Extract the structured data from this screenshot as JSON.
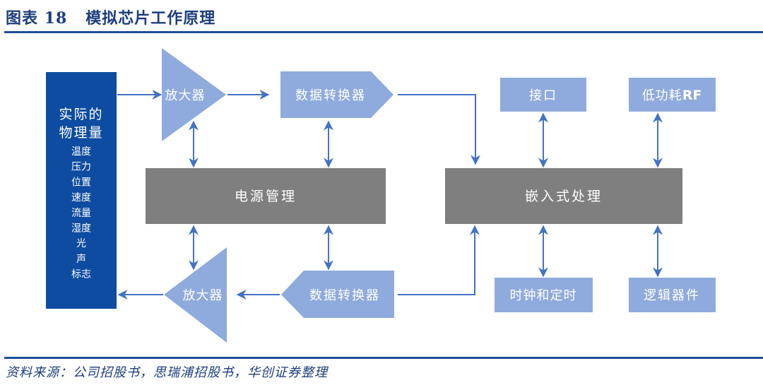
{
  "header": {
    "title": "图表 18   模拟芯片工作原理"
  },
  "footer": {
    "source": "资料来源：公司招股书，思瑞浦招股书，华创证券整理"
  },
  "colors": {
    "title": "#1d3e7c",
    "rule": "#1f4e96",
    "physical_box": "#0d4ca0",
    "light_block": "#8faadc",
    "gray_block": "#7f7f7f",
    "arrow": "#4472c4"
  },
  "diagram": {
    "physical_quantities": {
      "heading_line1": "实际的",
      "heading_line2": "物理量",
      "items": [
        "温度",
        "压力",
        "位置",
        "速度",
        "流量",
        "湿度",
        "光",
        "声",
        "标志"
      ]
    },
    "amplifier_in": {
      "label": "放大器"
    },
    "converter_in": {
      "label": "数据转换器"
    },
    "power_management": {
      "label": "电源管理"
    },
    "amplifier_out": {
      "label": "放大器"
    },
    "converter_out": {
      "label": "数据转换器"
    },
    "embedded_processing": {
      "label": "嵌入式处理"
    },
    "interface": {
      "label": "接口"
    },
    "low_power_rf": {
      "label_cn": "低功耗",
      "label_en": "RF"
    },
    "clock_timing": {
      "label": "时钟和定时"
    },
    "logic_devices": {
      "label": "逻辑器件"
    }
  }
}
